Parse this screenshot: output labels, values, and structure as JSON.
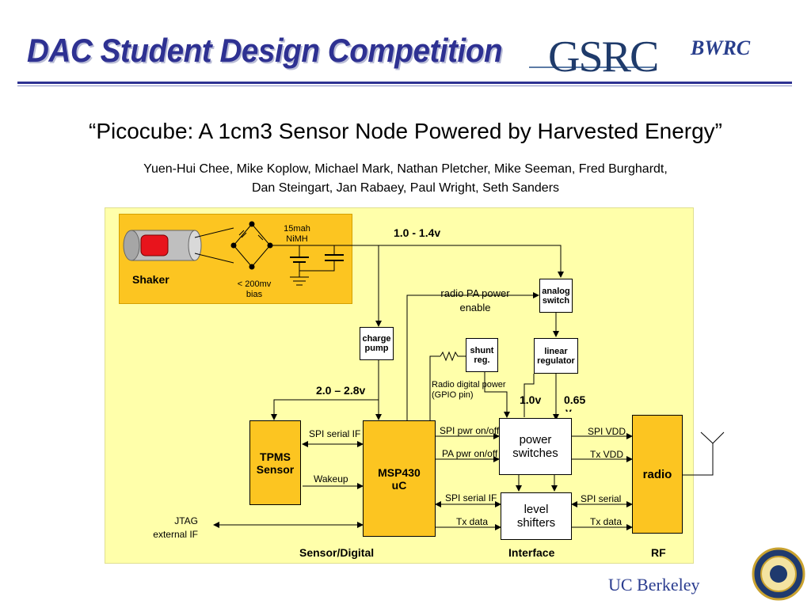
{
  "header": {
    "title": "DAC Student Design Competition",
    "logo_gsrc": "GSRC",
    "logo_bwrc": "BWRC"
  },
  "subtitle": "“Picocube: A 1cm3 Sensor Node Powered by Harvested Energy”",
  "authors": {
    "line1": "Yuen-Hui Chee, Mike Koplow, Michael Mark, Nathan Pletcher, Mike Seeman, Fred Burghardt,",
    "line2": "Dan Steingart, Jan Rabaey, Paul Wright, Seth Sanders"
  },
  "diagram": {
    "shaker": "Shaker",
    "battery": {
      "line1": "15mah",
      "line2": "NiMH"
    },
    "bias": {
      "line1": "< 200mv",
      "line2": "bias"
    },
    "rail_low": "1.0 - 1.4v",
    "rail_high": "2.0 – 2.8v",
    "charge_pump": {
      "line1": "charge",
      "line2": "pump"
    },
    "analog_switch": {
      "line1": "analog",
      "line2": "switch"
    },
    "shunt_reg": {
      "line1": "shunt",
      "line2": "reg."
    },
    "linear_regulator": {
      "line1": "linear",
      "line2": "regulator"
    },
    "radio_pa_enable": {
      "line1": "radio PA power",
      "line2": "enable"
    },
    "radio_digital_power": {
      "line1": "Radio digital power",
      "line2": "(GPIO pin)"
    },
    "v_1_0": "1.0v",
    "v_0_65": "0.65",
    "v_0_65_tail": "v",
    "tpms": {
      "line1": "TPMS",
      "line2": "Sensor"
    },
    "msp430": {
      "line1": "MSP430",
      "line2": "uC"
    },
    "power_switches": {
      "line1": "power",
      "line2": "switches"
    },
    "level_shifters": {
      "line1": "level",
      "line2": "shifters"
    },
    "radio": "radio",
    "spi_serial_if": "SPI serial IF",
    "wakeup": "Wakeup",
    "jtag": {
      "line1": "JTAG",
      "line2": "external IF"
    },
    "spi_pwr": "SPI pwr on/off",
    "pa_pwr": "PA pwr on/off",
    "spi_serial_if_2": "SPI serial IF",
    "tx_data": "Tx data",
    "spi_vdd": "SPI VDD",
    "tx_vdd": "Tx VDD",
    "spi_serial": "SPI serial",
    "tx_data_2": "Tx data",
    "section_sensor": "Sensor/Digital",
    "section_interface": "Interface",
    "section_rf": "RF"
  },
  "footer": {
    "university": "UC Berkeley"
  },
  "colors": {
    "title_blue": "#2e3192",
    "block_gold": "#fcc521",
    "panel_yellow": "#ffffaa"
  }
}
